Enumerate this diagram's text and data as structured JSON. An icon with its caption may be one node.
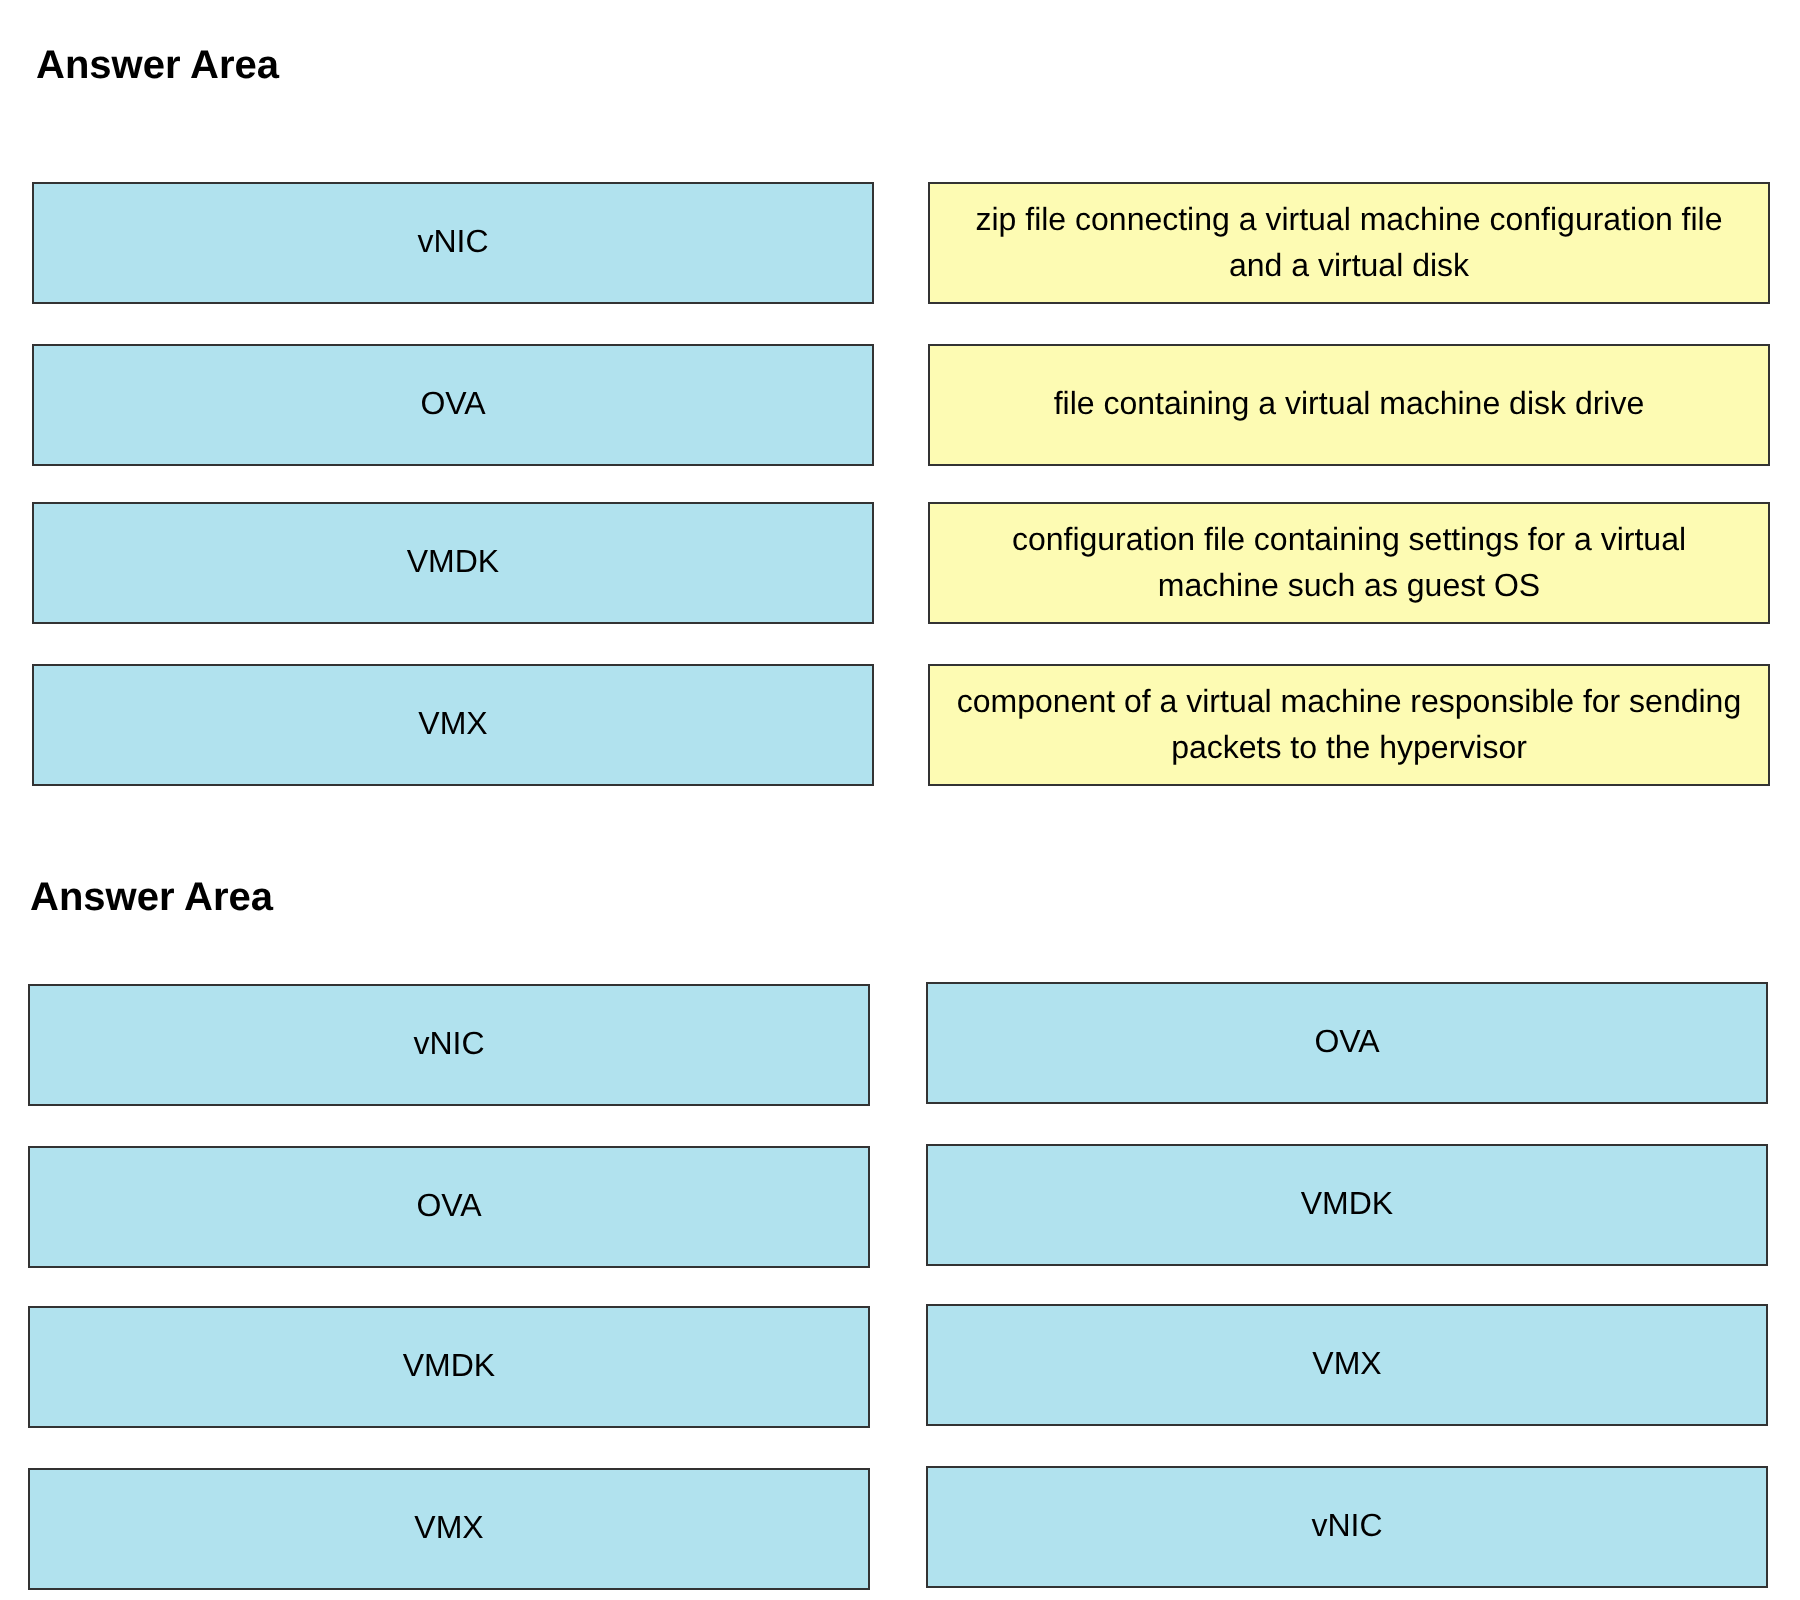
{
  "diagram": {
    "nodes": [
      {
        "text": [
          "vNIC"
        ]
      },
      {
        "text": [
          "zip file connecting a virtual machine configuration file and a virtual disk"
        ]
      },
      {
        "text": [
          "OVA"
        ]
      },
      {
        "text": [
          "file containing a virtual machine disk drive"
        ]
      },
      {
        "text": [
          "VMDK"
        ]
      },
      {
        "text": [
          "configuration file containing settings for a virtual machine such as guest OS"
        ]
      },
      {
        "text": [
          "VMX"
        ]
      },
      {
        "text": [
          "component of a virtual machine responsible for sending packets to the hypervisor"
        ]
      },
      {
        "text": [
          "vNIC"
        ]
      },
      {
        "text": [
          "OVA"
        ]
      },
      {
        "text": [
          "OVA"
        ]
      },
      {
        "text": [
          "VMDK"
        ]
      },
      {
        "text": [
          "VMDK"
        ]
      },
      {
        "text": [
          "VMX"
        ]
      },
      {
        "text": [
          "VMX"
        ]
      },
      {
        "text": [
          "vNIC"
        ]
      }
    ],
    "edges": [],
    "labels": [
      "Answer Area",
      "Answer Area"
    ]
  }
}
